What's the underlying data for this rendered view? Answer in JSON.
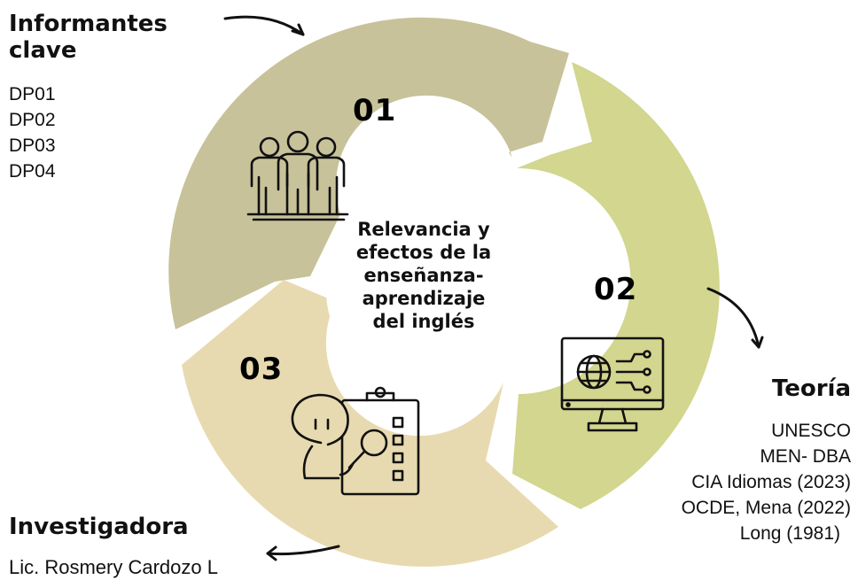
{
  "center": {
    "lines": [
      "Relevancia y",
      "efectos de la",
      "enseñanza-",
      "aprendizaje",
      "del inglés"
    ]
  },
  "segments": [
    {
      "number": "01",
      "color": "#c7c29a",
      "icon": "people-group-icon"
    },
    {
      "number": "02",
      "color": "#d2d68e",
      "icon": "monitor-globe-network-icon"
    },
    {
      "number": "03",
      "color": "#e8dab0",
      "icon": "checklist-magnifier-person-icon"
    }
  ],
  "informantes": {
    "title_line1": "Informantes",
    "title_line2": "clave",
    "items": [
      "DP01",
      "DP02",
      "DP03",
      "DP04"
    ]
  },
  "teoria": {
    "title": "Teoría",
    "items": [
      "UNESCO",
      "MEN- DBA",
      "CIA Idiomas (2023)",
      "OCDE, Mena (2022)",
      "Long (1981)"
    ]
  },
  "investigadora": {
    "title": "Investigadora",
    "name": "Lic. Rosmery Cardozo L"
  }
}
